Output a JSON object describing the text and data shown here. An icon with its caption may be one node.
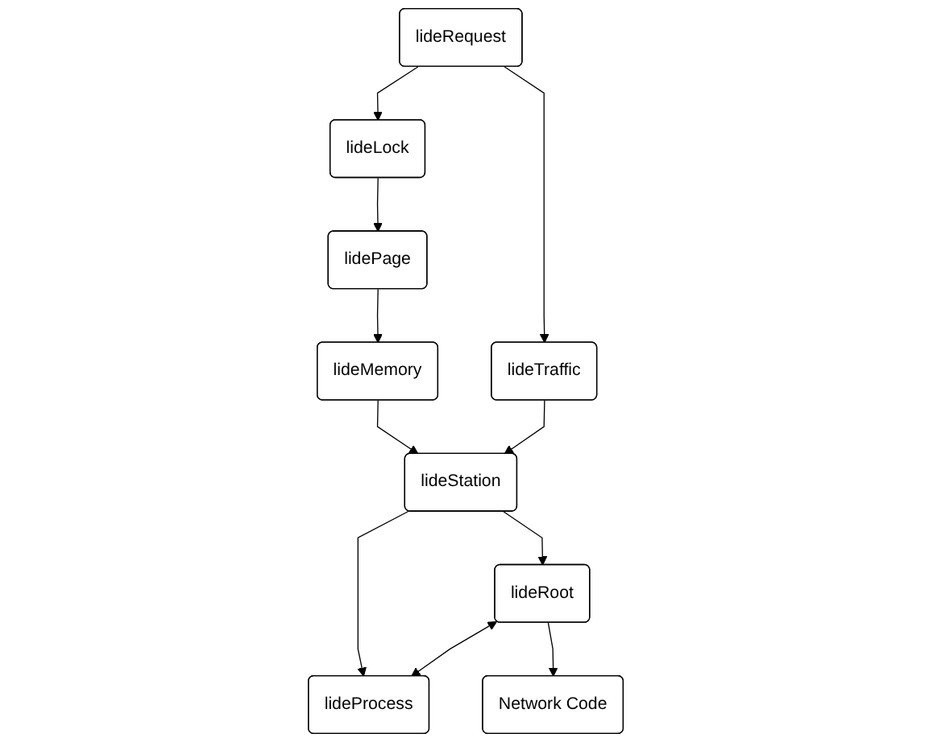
{
  "diagram": {
    "nodes": [
      {
        "text": [
          "lideRequest"
        ]
      },
      {
        "text": [
          "lideLock"
        ]
      },
      {
        "text": [
          "lidePage"
        ]
      },
      {
        "text": [
          "lideMemory"
        ]
      },
      {
        "text": [
          "lideTraffic"
        ]
      },
      {
        "text": [
          "lideStation"
        ]
      },
      {
        "text": [
          "lideRoot"
        ]
      },
      {
        "text": [
          "lideProcess"
        ]
      },
      {
        "text": [
          "Network Code"
        ]
      }
    ],
    "edges": [
      {
        "from": 0,
        "to": 1,
        "arrow": "to"
      },
      {
        "from": 1,
        "to": 2,
        "arrow": "to"
      },
      {
        "from": 2,
        "to": 3,
        "arrow": "to"
      },
      {
        "from": 0,
        "to": 4,
        "arrow": "to"
      },
      {
        "from": 3,
        "to": 5,
        "arrow": "to"
      },
      {
        "from": 4,
        "to": 5,
        "arrow": "to"
      },
      {
        "from": 5,
        "to": 6,
        "arrow": "to"
      },
      {
        "from": 5,
        "to": 7,
        "arrow": "to"
      },
      {
        "from": 6,
        "to": 7,
        "arrow": "both"
      },
      {
        "from": 6,
        "to": 8,
        "arrow": "to"
      }
    ]
  }
}
